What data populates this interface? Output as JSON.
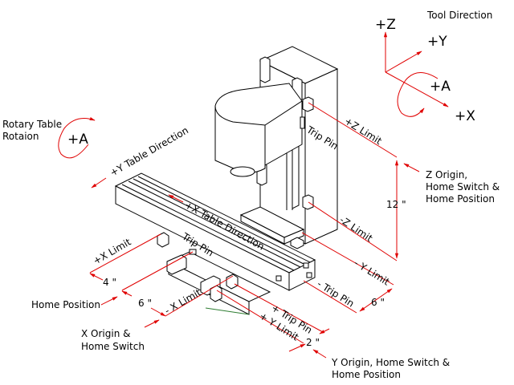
{
  "diagram": {
    "title": "CNC Mill Axis Directions, Limits and Home Positions",
    "tool_direction": {
      "heading": "Tool Direction",
      "axes": [
        "+Z",
        "+Y",
        "+X",
        "+A"
      ]
    },
    "rotary_table": {
      "label_line1": "Rotary Table",
      "label_line2": "Rotaion",
      "axis": "+A"
    },
    "table_directions": {
      "y": "+Y Table Direction",
      "x": "+X Table Direction"
    },
    "z_axis": {
      "trip_pin": "Trip Pin",
      "plus_limit": "+Z Limit",
      "minus_limit": "-Z Limit",
      "travel": "12 \"",
      "origin_line1": "Z Origin,",
      "origin_line2": "Home Switch &",
      "origin_line3": "Home Position"
    },
    "x_axis": {
      "trip_pin": "Trip Pin",
      "plus_limit": "+X Limit",
      "minus_limit": "- X Limit",
      "dim_plus": "4 \"",
      "dim_minus": "6 \"",
      "home_position": "Home Position",
      "origin_line1": "X Origin &",
      "origin_line2": "Home Switch"
    },
    "y_axis": {
      "minus_limit": "- Y Limit",
      "minus_trip_pin": "- Trip Pin",
      "plus_trip_pin": "+ Trip Pin",
      "plus_limit": "+ Y Limit",
      "dim_minus": "6 \"",
      "dim_plus": "2 \"",
      "origin_line1": "Y Origin, Home Switch &",
      "origin_line2": "Home Position"
    },
    "colors": {
      "annotation": "#e00000",
      "drawing": "#000000"
    }
  }
}
